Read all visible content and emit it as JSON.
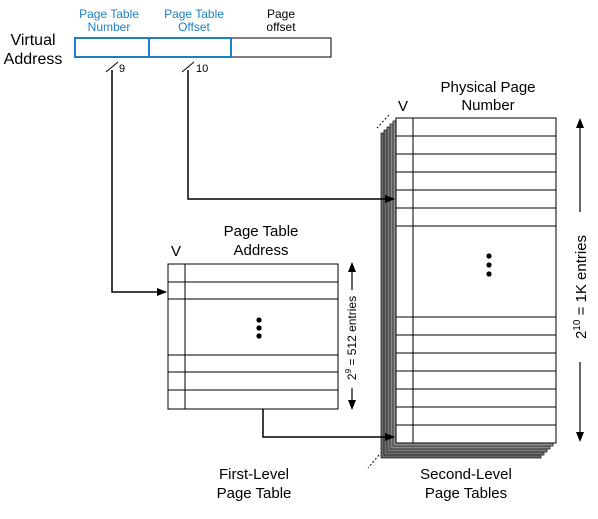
{
  "virtual_address": {
    "label_line1": "Virtual",
    "label_line2": "Address",
    "fields": [
      {
        "line1": "Page Table",
        "line2": "Number",
        "bits": "9",
        "color": "#1f7fc4"
      },
      {
        "line1": "Page Table",
        "line2": "Offset",
        "bits": "10",
        "color": "#1f7fc4"
      },
      {
        "line1": "Page",
        "line2": "offset",
        "color": "#000000"
      }
    ]
  },
  "first_level": {
    "v_label": "V",
    "title_line1": "Page Table",
    "title_line2": "Address",
    "caption_line1": "First-Level",
    "caption_line2": "Page Table",
    "size_prefix": "2",
    "size_exp": "9",
    "size_suffix": " = 512 entries"
  },
  "second_level": {
    "v_label": "V",
    "title_line1": "Physical Page",
    "title_line2": "Number",
    "caption_line1": "Second-Level",
    "caption_line2": "Page Tables",
    "size_prefix": "2",
    "size_exp": "10",
    "size_suffix": " = 1K entries"
  },
  "colors": {
    "accent_blue": "#1f7fc4",
    "stack_gray": "#555555",
    "line": "#000000"
  }
}
